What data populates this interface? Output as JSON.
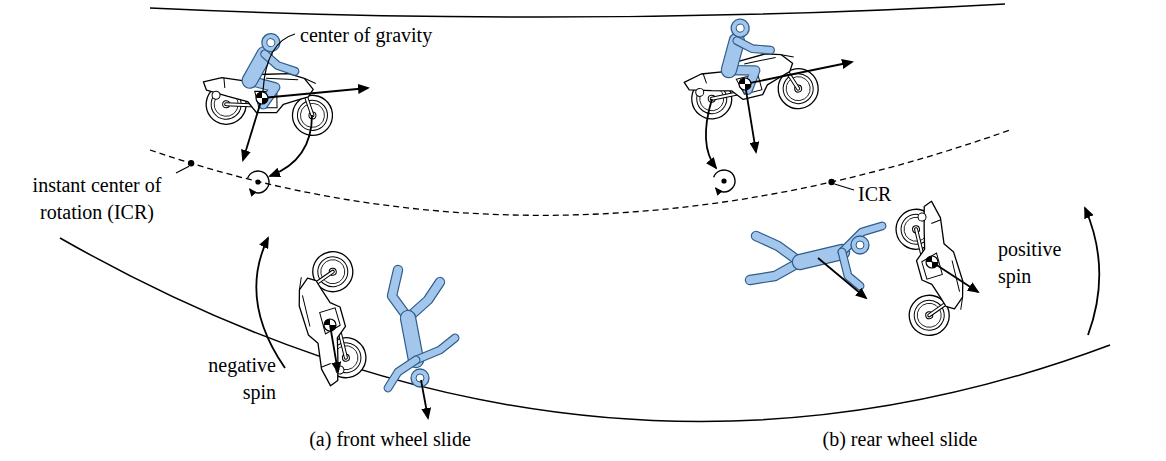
{
  "diagram": {
    "labels": [
      "center of gravity",
      "instant center of rotation (ICR)",
      "ICR",
      "negative spin",
      "positive spin",
      "(a) front wheel slide",
      "(b) rear wheel slide"
    ]
  }
}
